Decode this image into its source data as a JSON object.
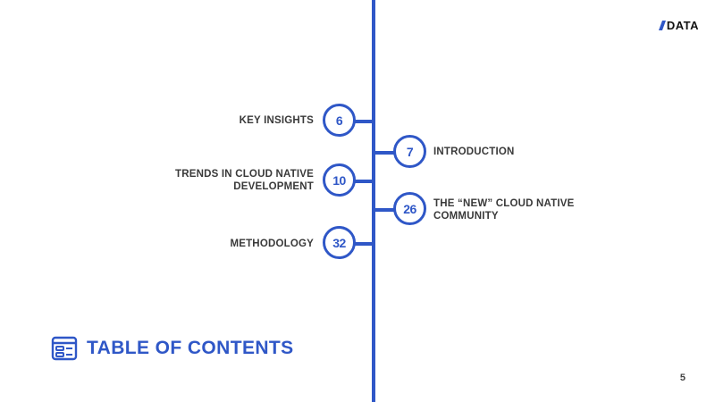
{
  "logo": {
    "text": "DATA"
  },
  "toc": {
    "title": "TABLE OF CONTENTS",
    "left_entries": [
      {
        "label": "KEY INSIGHTS",
        "page": "6"
      },
      {
        "label": "TRENDS IN CLOUD NATIVE DEVELOPMENT",
        "page": "10"
      },
      {
        "label": "METHODOLOGY",
        "page": "32"
      }
    ],
    "right_entries": [
      {
        "label": "INTRODUCTION",
        "page": "7"
      },
      {
        "label": "THE “NEW” CLOUD NATIVE COMMUNITY",
        "page": "26"
      }
    ]
  },
  "page_number": "5",
  "colors": {
    "accent": "#2f57c7",
    "text": "#3a3a3a"
  },
  "icons": {
    "toc": "table-of-contents-icon"
  }
}
